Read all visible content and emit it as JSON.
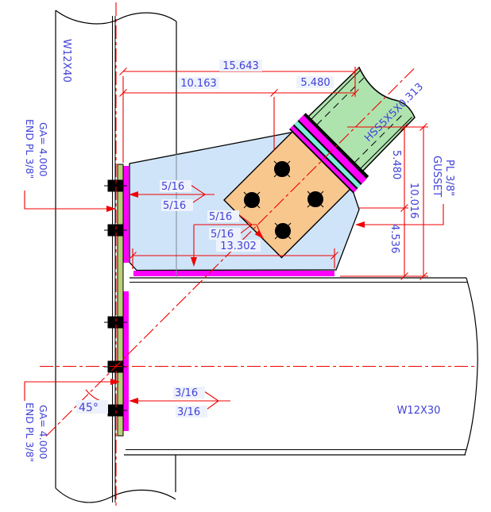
{
  "members": {
    "column": "W12X40",
    "beam": "W12X30",
    "brace": "HSS5X5X0.313"
  },
  "plates": {
    "gusset_line1": "GUSSET",
    "gusset_line2": "PL 3/8\"",
    "end_plate_top_line1": "END PL 3/8\"",
    "end_plate_top_line2": "GA= 4.000",
    "end_plate_bottom_line1": "END PL 3/8\"",
    "end_plate_bottom_line2": "GA= 4.000"
  },
  "dimensions": {
    "top_total": "15.643",
    "top_left": "10.163",
    "top_right": "5.480",
    "right_upper": "5.480",
    "right_total": "10.016",
    "right_lower": "4.536",
    "gusset_bottom": "13.302",
    "brace_angle": "45°"
  },
  "welds": {
    "gusset_column_top": "5/16",
    "gusset_column_bottom": "5/16",
    "plate_weld_top": "5/16",
    "plate_weld_bottom": "5/16",
    "beam_weld_top": "3/16",
    "beam_weld_bottom": "3/16"
  },
  "colors": {
    "gusset_fill": "#cfe4f8",
    "brace_fill": "#aee3ae",
    "bolt_plate_fill": "#f7c78e",
    "end_plate_fill": "#b9cf78",
    "plate_edge_magenta": "#ff00ff",
    "shim_cyan": "#7deed8",
    "dimension_red": "#f00000",
    "label_blue": "#4141d6",
    "outline_black": "#000000"
  }
}
